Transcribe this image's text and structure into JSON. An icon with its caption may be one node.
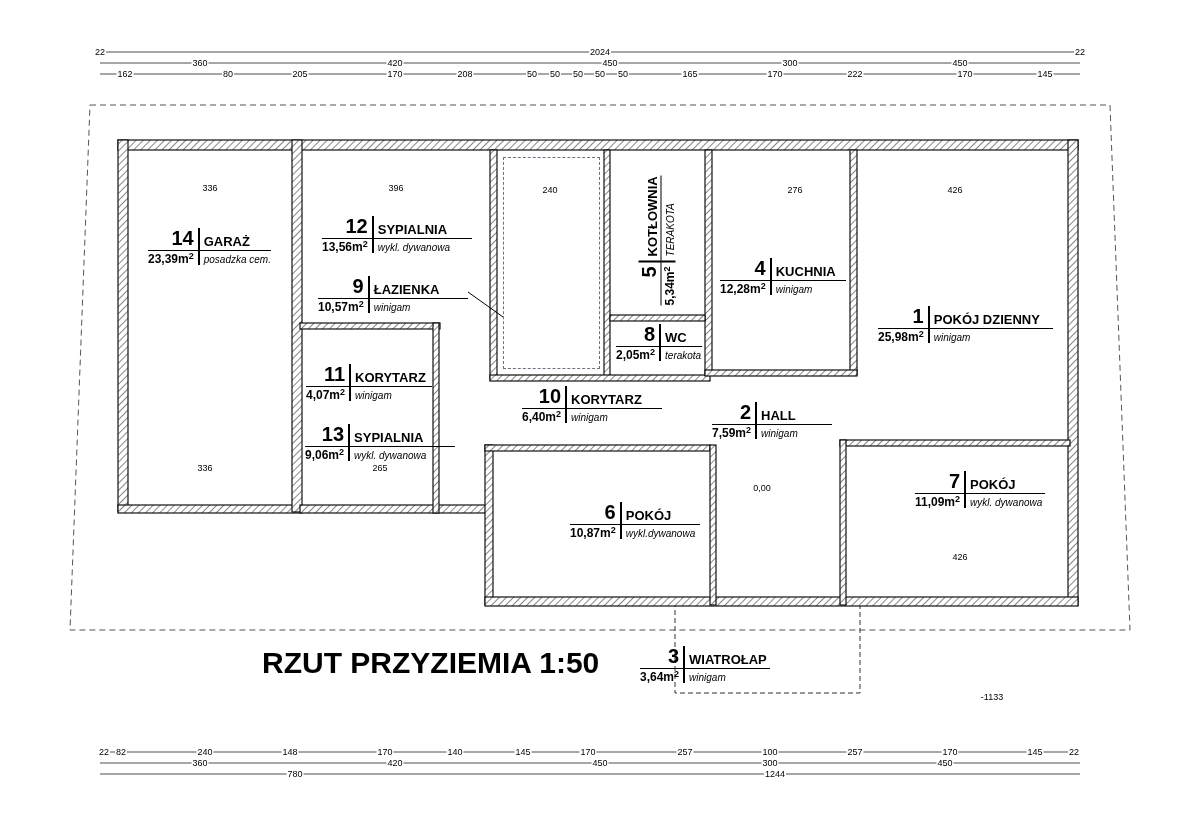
{
  "diagram": {
    "title": "RZUT PRZYZIEMIA 1:50",
    "nodes": [
      {
        "text": [
          "14",
          "GARAŻ",
          "23,39m$^{2}$",
          "posadzka cem."
        ]
      },
      {
        "text": [
          "12",
          "SYPIALNIA",
          "13,56m$^{2}$",
          "wykl. dywanowa"
        ]
      },
      {
        "text": [
          "9",
          "ŁAZIENKA",
          "10,57m$^{2}$",
          "winigam"
        ]
      },
      {
        "text": [],
        "shape": "box"
      },
      {
        "text": [
          "5",
          "KOTŁOWNIA",
          "5,34m$^{2}$",
          "TERAKOTA"
        ]
      },
      {
        "text": [
          "4",
          "KUCHNIA",
          "12,28m$^{2}$",
          "winigam"
        ]
      },
      {
        "text": [
          "8",
          "WC",
          "2,05m$^{2}$",
          "terakota"
        ]
      },
      {
        "text": [
          "1",
          "POKÓJ DZIENNY",
          "25,98m$^{2}$",
          "winigam"
        ]
      },
      {
        "text": [
          "11",
          "KORYTARZ",
          "4,07m$^{2}$",
          "winigam"
        ]
      },
      {
        "text": [
          "10",
          "KORYTARZ",
          "6,40m$^{2}$",
          "winigam"
        ]
      },
      {
        "text": [
          "2",
          "HALL",
          "7,59m$^{2}$",
          "winigam"
        ]
      },
      {
        "text": [
          "13",
          "SYPIALNIA",
          "9,06m$^{2}$",
          "wykl. dywanowa"
        ]
      },
      {
        "text": [
          "7",
          "POKÓJ",
          "11,09m$^{2}$",
          "wykl. dywanowa"
        ]
      },
      {
        "text": [
          "6",
          "POKÓJ",
          "10,87m$^{2}$",
          "wykl.dywanowa"
        ]
      },
      {
        "text": [
          "3",
          "WIATROŁAP",
          "3,64m$^{2}$",
          "winigam"
        ]
      }
    ],
    "edges": [
      {
        "from": 2,
        "to": 3,
        "arrow": "none"
      }
    ],
    "labels": [
      "22",
      "2024",
      "22",
      "360",
      "420",
      "450",
      "300",
      "450",
      "162",
      "80",
      "205",
      "170",
      "208",
      "50",
      "50",
      "50",
      "50",
      "50",
      "165",
      "170",
      "222",
      "170",
      "145",
      "336",
      "396",
      "240",
      "276",
      "426",
      "336",
      "265",
      "426",
      "0,00",
      "-1133",
      "22",
      "82",
      "240",
      "148",
      "170",
      "140",
      "145",
      "170",
      "257",
      "100",
      "257",
      "170",
      "145",
      "22",
      "360",
      "420",
      "450",
      "300",
      "450",
      "780",
      "1244"
    ]
  }
}
